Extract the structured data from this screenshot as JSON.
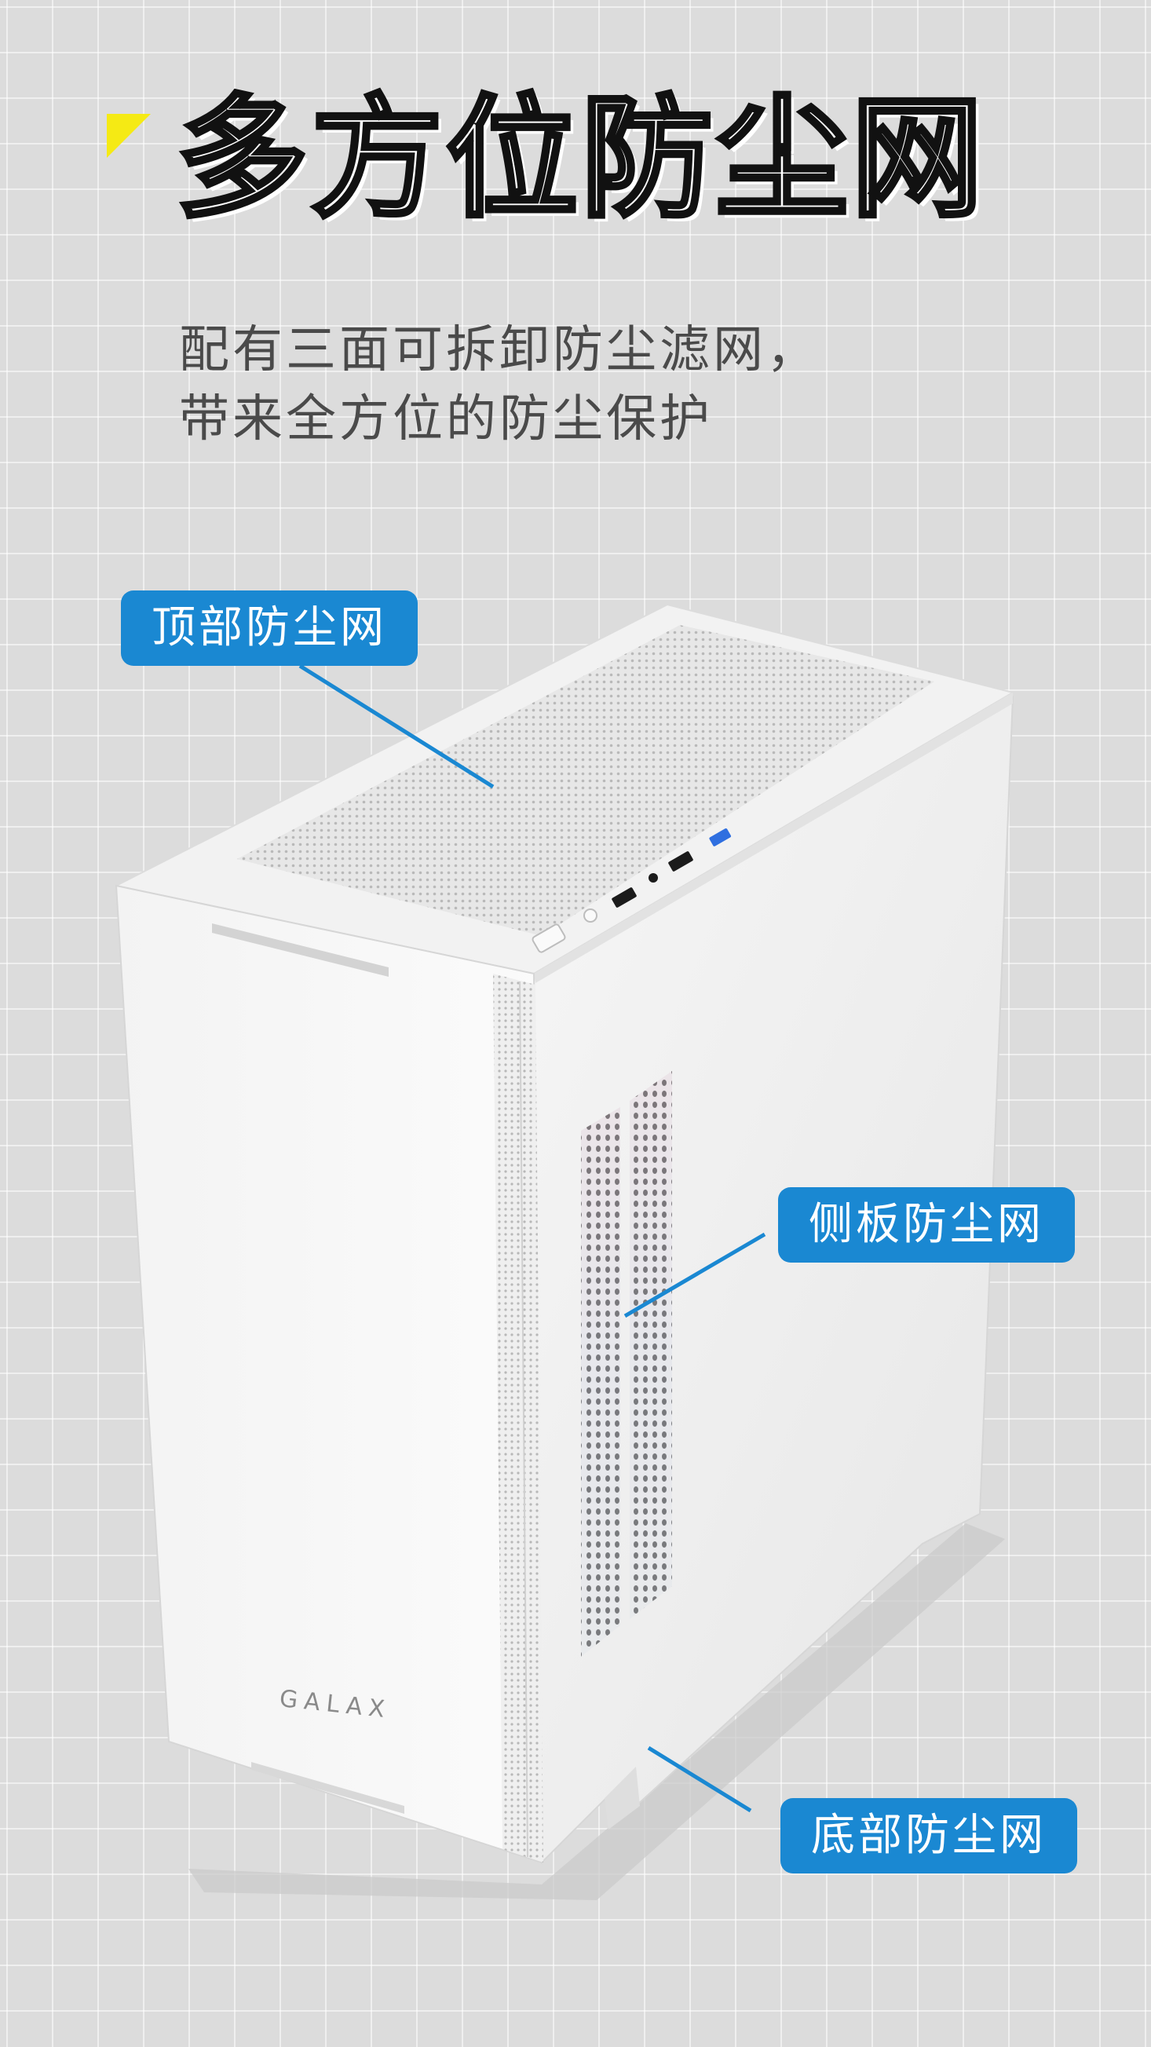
{
  "header": {
    "title": "多方位防尘网",
    "subtitle_lines": [
      "配有三面可拆卸防尘滤网，",
      "带来全方位的防尘保护"
    ]
  },
  "product": {
    "brand_logo": "GALAX"
  },
  "callouts": {
    "top": "顶部防尘网",
    "side": "侧板防尘网",
    "bottom": "底部防尘网"
  },
  "colors": {
    "background": "#dcdcdc",
    "accent_yellow": "#f5ea14",
    "callout_blue": "#1a88d2",
    "title_outline": "#111111",
    "case_white": "#f4f4f4"
  }
}
